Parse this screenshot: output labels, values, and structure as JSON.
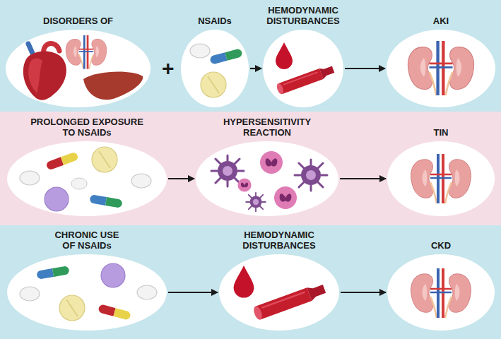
{
  "diagram": {
    "nodes": [
      {
        "text": [
          "DISORDERS OF"
        ]
      },
      {
        "text": [
          "NSAIDs"
        ]
      },
      {
        "text": [
          "HEMODYNAMIC DISTURBANCES"
        ]
      },
      {
        "text": [
          "AKI"
        ]
      },
      {
        "text": [
          "PROLONGED EXPOSURE TO NSAIDs"
        ]
      },
      {
        "text": [
          "HYPERSENSITIVITY REACTION"
        ]
      },
      {
        "text": [
          "TIN"
        ]
      },
      {
        "text": [
          "CHRONIC USE OF NSAIDs"
        ]
      },
      {
        "text": [
          "HEMODYNAMIC DISTURBANCES"
        ]
      },
      {
        "text": [
          "CKD"
        ]
      }
    ],
    "edges": [
      {
        "from": 1,
        "to": 2,
        "arrow": "to"
      },
      {
        "from": 2,
        "to": 3,
        "arrow": "to"
      },
      {
        "from": 4,
        "to": 5,
        "arrow": "to"
      },
      {
        "from": 5,
        "to": 6,
        "arrow": "to"
      },
      {
        "from": 7,
        "to": 8,
        "arrow": "to"
      },
      {
        "from": 8,
        "to": 9,
        "arrow": "to"
      }
    ],
    "labels": [
      "+"
    ]
  }
}
